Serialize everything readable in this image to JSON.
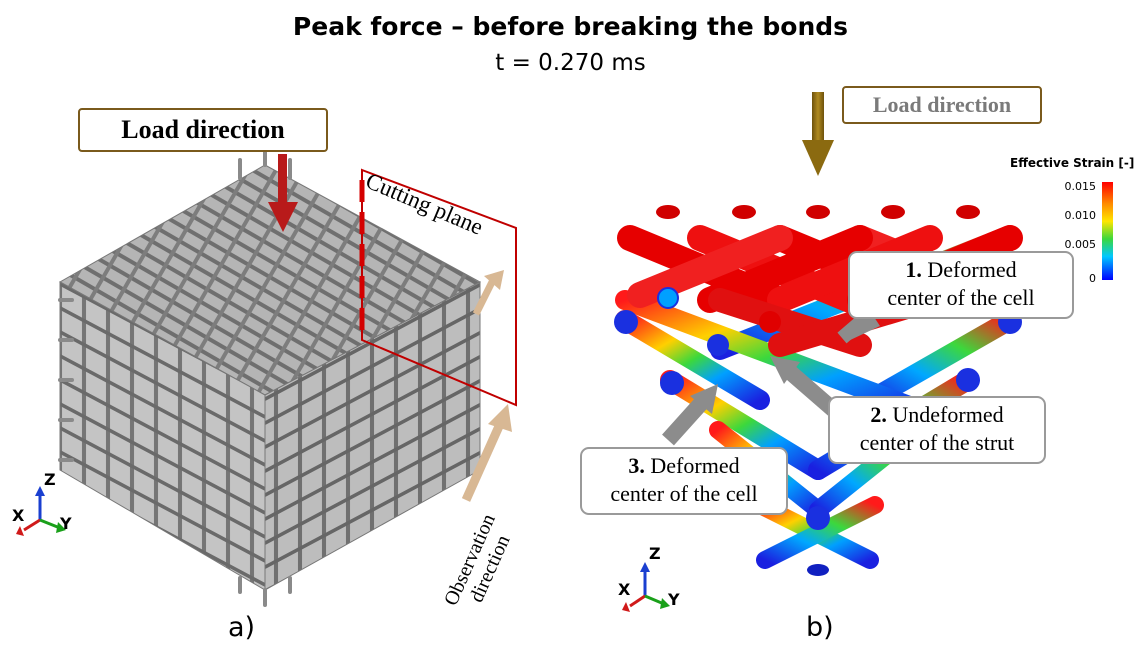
{
  "title": "Peak force – before breaking the bonds",
  "subtitle": "t = 0.270 ms",
  "panel_a": {
    "label": "a)",
    "load_direction": "Load direction",
    "cutting_plane": "Cutting plane",
    "observation_line1": "Observation",
    "observation_line2": "direction",
    "axes": {
      "z": "Z",
      "x": "X",
      "y": "Y"
    }
  },
  "panel_b": {
    "label": "b)",
    "load_direction": "Load direction",
    "legend": {
      "title": "Effective Strain [-]",
      "ticks": [
        "0.015",
        "0.010",
        "0.005",
        "0"
      ]
    },
    "callouts": [
      {
        "num": "1.",
        "line1": "Deformed",
        "line2": "center of the cell"
      },
      {
        "num": "2.",
        "line1": "Undeformed",
        "line2": "center of the strut"
      },
      {
        "num": "3.",
        "line1": "Deformed",
        "line2": "center of the cell"
      }
    ],
    "axes": {
      "z": "Z",
      "x": "X",
      "y": "Y"
    }
  },
  "colors": {
    "strut_gray": "#8e8e8e",
    "cut_plane": "#c00000",
    "load_arrow_a": "#c00000",
    "load_arrow_b": "#8b6a10",
    "callout_arrow": "#8c8c8c"
  }
}
